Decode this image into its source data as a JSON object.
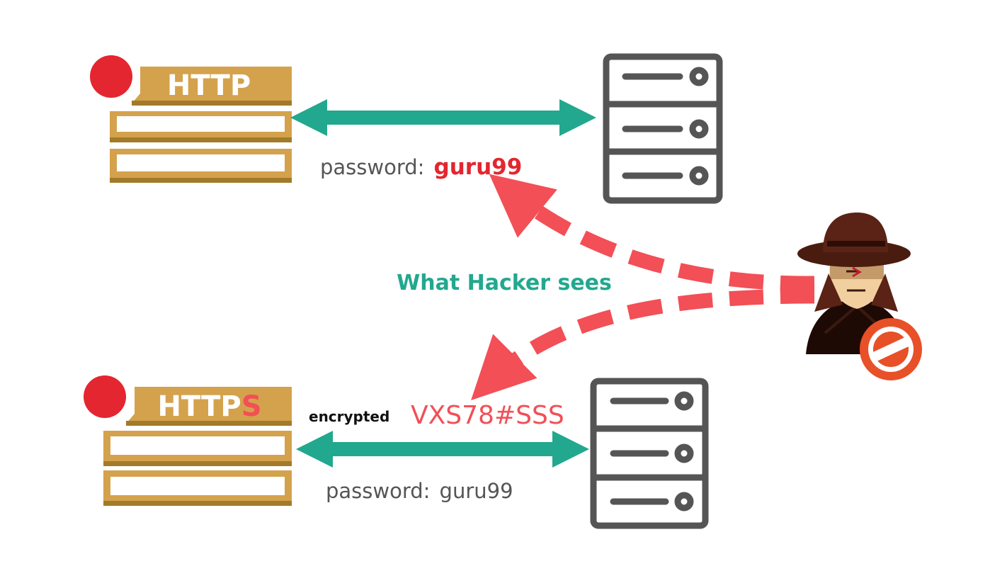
{
  "colors": {
    "gold": "#d4a24c",
    "gold_dark": "#a27a2a",
    "red_dot": "#e3262f",
    "red_accent": "#f24f57",
    "green": "#22a88e",
    "gray_text": "#555555",
    "server_stroke": "#555555"
  },
  "http_section": {
    "badge_label": "HTTP",
    "password_label": "password:",
    "password_value": "guru99"
  },
  "https_section": {
    "badge_label_base": "HTTP",
    "badge_label_suffix": "S",
    "encrypted_label": "encrypted",
    "encrypted_value": "VXS78#SSS",
    "password_label": "password:",
    "password_value": "guru99"
  },
  "hacker": {
    "caption": "What Hacker sees",
    "icon": "spy-hacker-icon",
    "blocked_icon": "no-entry-icon"
  },
  "icons": {
    "server": "server-rack-icon",
    "browser": "browser-window-icon",
    "arrow": "double-headed-arrow"
  }
}
